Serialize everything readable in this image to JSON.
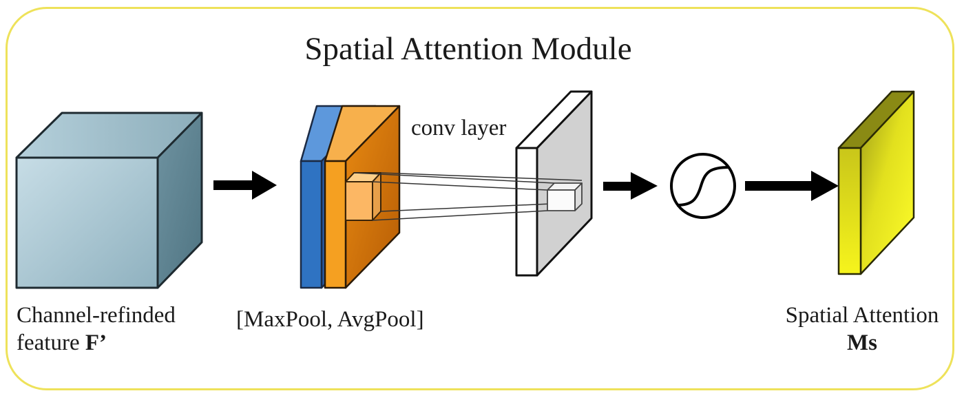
{
  "title": "Spatial Attention Module",
  "labels": {
    "input_line1": "Channel-refinded",
    "input_line2_prefix": "feature ",
    "input_line2_symbol": "F’",
    "pool": "[MaxPool, AvgPool]",
    "conv": "conv layer",
    "output_line1": "Spatial Attention",
    "output_line2": "Ms"
  },
  "colors": {
    "frame": "#eee25a",
    "input_cube": "#a9c7d3",
    "maxpool_map": "#2f73c2",
    "avgpool_map": "#f0931e",
    "conv_output": "#ffffff",
    "attention_map": "#e7e219"
  },
  "icons": [
    "right-arrow-icon",
    "sigmoid-icon"
  ]
}
